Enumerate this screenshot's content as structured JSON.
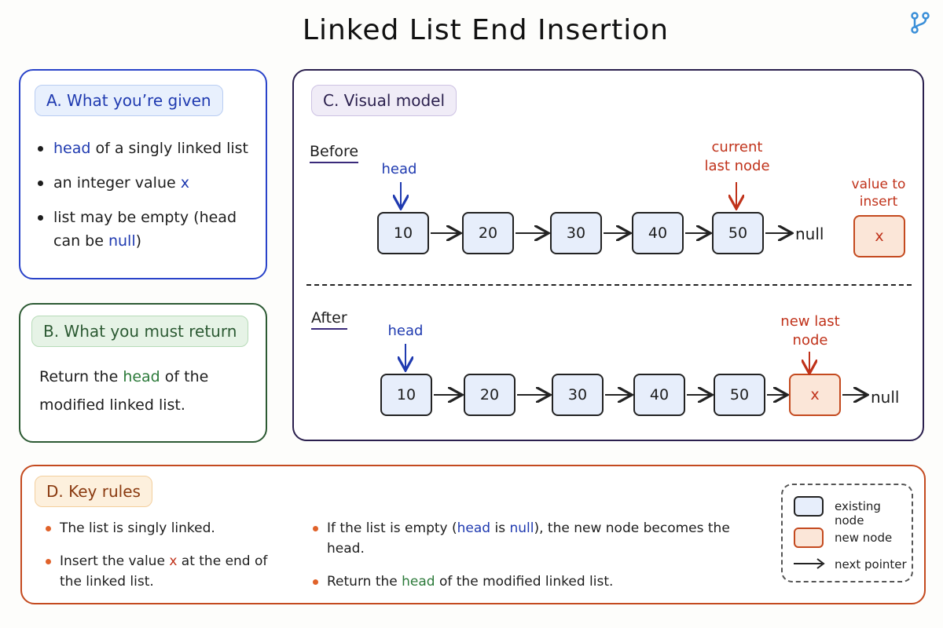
{
  "title": "Linked List End Insertion",
  "panel_a": {
    "heading": "A. What you’re given",
    "bullets": [
      {
        "hl": "head",
        "rest": " of a singly linked list"
      },
      {
        "pre": "an integer value ",
        "hl": "x"
      },
      {
        "pre": "list may be empty (head can be ",
        "hl": "null",
        "post": ")"
      }
    ]
  },
  "panel_b": {
    "heading": "B. What you must return",
    "pre": "Return the ",
    "hl": "head",
    "post": " of the modified linked list."
  },
  "panel_c": {
    "heading": "C. Visual model",
    "before": {
      "label": "Before",
      "head_label": "head",
      "current_label_line1": "current",
      "current_label_line2": "last node",
      "nodes": [
        "10",
        "20",
        "30",
        "40",
        "50"
      ],
      "null_text": "null",
      "insert_label_line1": "value to",
      "insert_label_line2": "insert",
      "insert_value": "x"
    },
    "after": {
      "label": "After",
      "head_label": "head",
      "new_label_line1": "new last",
      "new_label_line2": "node",
      "nodes": [
        "10",
        "20",
        "30",
        "40",
        "50"
      ],
      "new_node": "x",
      "null_text": "null"
    }
  },
  "panel_d": {
    "heading": "D. Key rules",
    "left_rules": [
      {
        "text": "The list is singly linked."
      },
      {
        "pre": "Insert the value ",
        "hl": "x",
        "post": " at the end of the linked list."
      }
    ],
    "right_rules": [
      {
        "pre": "If the list is empty (",
        "hl1": "head",
        "mid": " is ",
        "hl2": "null",
        "post": "), the new node becomes the head."
      },
      {
        "pre": "Return the ",
        "hl": "head",
        "post": " of the modified linked list."
      }
    ],
    "legend": {
      "existing": "existing node",
      "new": "new node",
      "pointer": "next pointer"
    }
  },
  "colors": {
    "blue": "#1f3ab0",
    "green": "#2c7a3a",
    "red": "#c0321a",
    "existing_fill": "#e7eefb",
    "new_fill": "#fbe6d8"
  }
}
